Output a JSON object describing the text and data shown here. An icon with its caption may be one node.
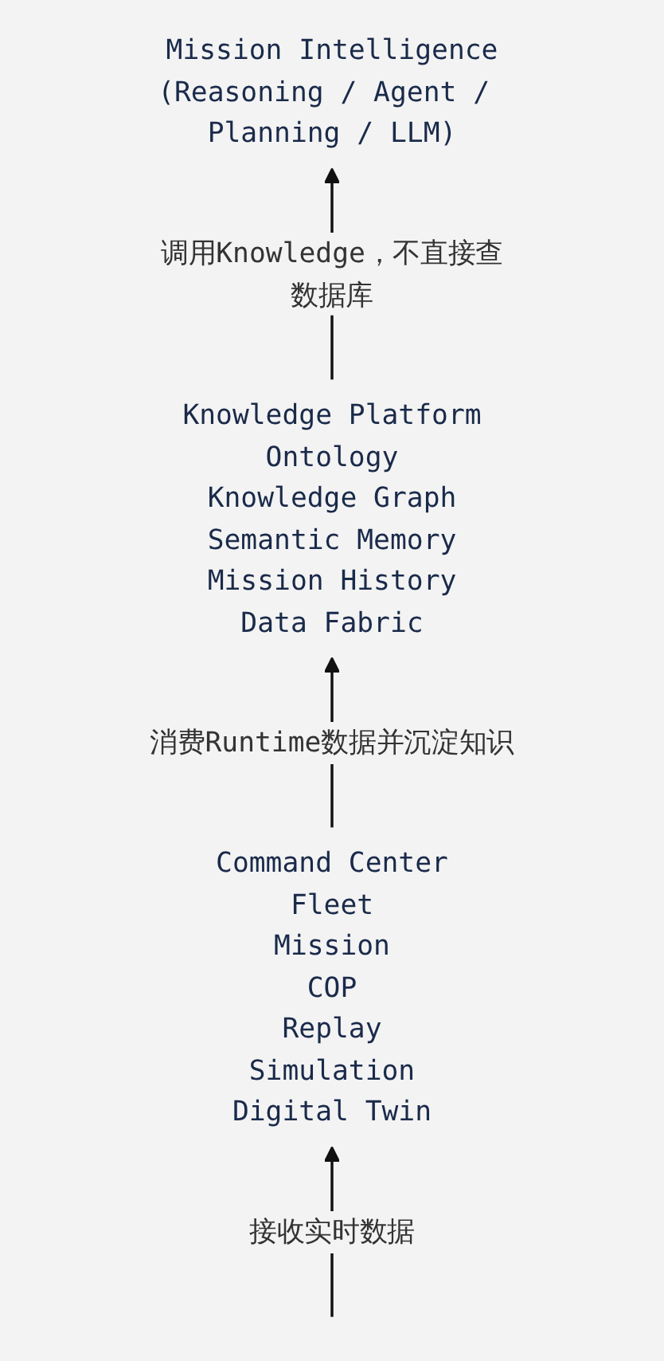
{
  "diagram": {
    "nodes": [
      {
        "text": [
          "Mission Intelligence",
          "(Reasoning / Agent / Planning / LLM)"
        ]
      },
      {
        "text": [
          "Knowledge Platform",
          "Ontology",
          "Knowledge Graph",
          "Semantic Memory",
          "Mission History",
          "Data Fabric"
        ]
      },
      {
        "text": [
          "Command Center",
          "Fleet",
          "Mission",
          "COP",
          "Replay",
          "Simulation",
          "Digital Twin"
        ]
      }
    ],
    "edges": [
      {
        "from": 1,
        "to": 0,
        "arrow": "to",
        "label": "调用Knowledge，不直接查数据库"
      },
      {
        "from": 2,
        "to": 1,
        "arrow": "to",
        "label": "消费Runtime数据并沉淀知识"
      },
      {
        "from": null,
        "to": 2,
        "arrow": "to",
        "label": "接收实时数据"
      }
    ]
  }
}
